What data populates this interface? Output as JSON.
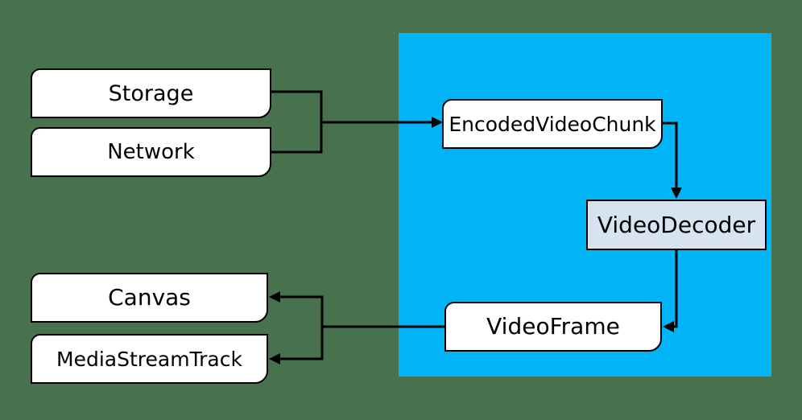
{
  "colors": {
    "background": "#48714E",
    "webcodecs_region": "#00B4F6",
    "node_fill": "#FFFFFF",
    "decoder_fill": "#D7E3F1",
    "stroke": "#000000"
  },
  "nodes": {
    "storage": {
      "label": "Storage"
    },
    "network": {
      "label": "Network"
    },
    "encoded_video_chunk": {
      "label": "EncodedVideoChunk"
    },
    "video_decoder": {
      "label": "VideoDecoder"
    },
    "video_frame": {
      "label": "VideoFrame"
    },
    "canvas": {
      "label": "Canvas"
    },
    "media_stream_track": {
      "label": "MediaStreamTrack"
    }
  }
}
